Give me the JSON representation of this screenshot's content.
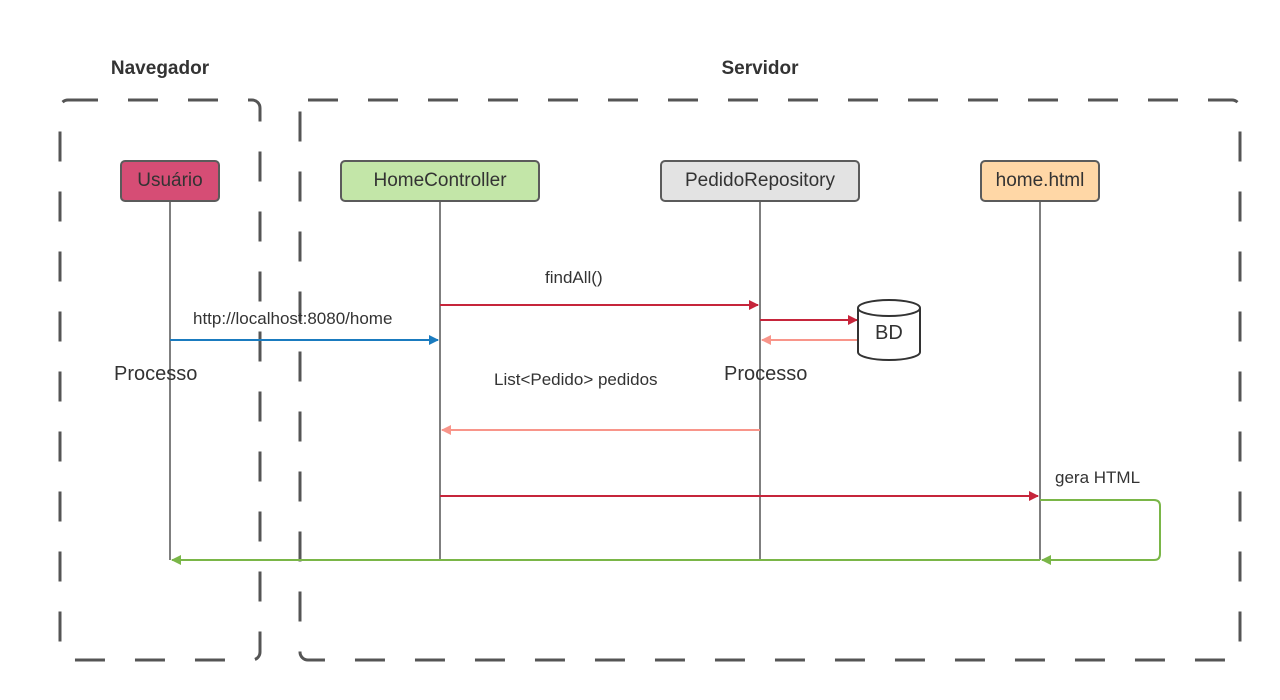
{
  "groups": {
    "browser": "Navegador",
    "server": "Servidor"
  },
  "participants": [
    {
      "label": "Usuário",
      "color": "#d64d75"
    },
    {
      "label": "HomeController",
      "color": "#c3e6a8"
    },
    {
      "label": "PedidoRepository",
      "color": "#e3e3e3"
    },
    {
      "label": "home.html",
      "color": "#ffd7a6"
    }
  ],
  "database": {
    "label": "BD"
  },
  "messages": {
    "request": "http://localhost:8080/home",
    "find_all": "findAll()",
    "result": "List<Pedido> pedidos",
    "gera_html": "gera HTML"
  },
  "notes": {
    "processo_browser": "Processo",
    "processo_repository": "Processo"
  },
  "colors": {
    "request_arrow": "#1a7bbf",
    "call_arrow": "#c6253b",
    "return_arrow": "#f8958a",
    "response_arrow": "#7ab648",
    "frame": "#555555",
    "lifeline": "#555555"
  },
  "icons": [
    "database-icon"
  ]
}
